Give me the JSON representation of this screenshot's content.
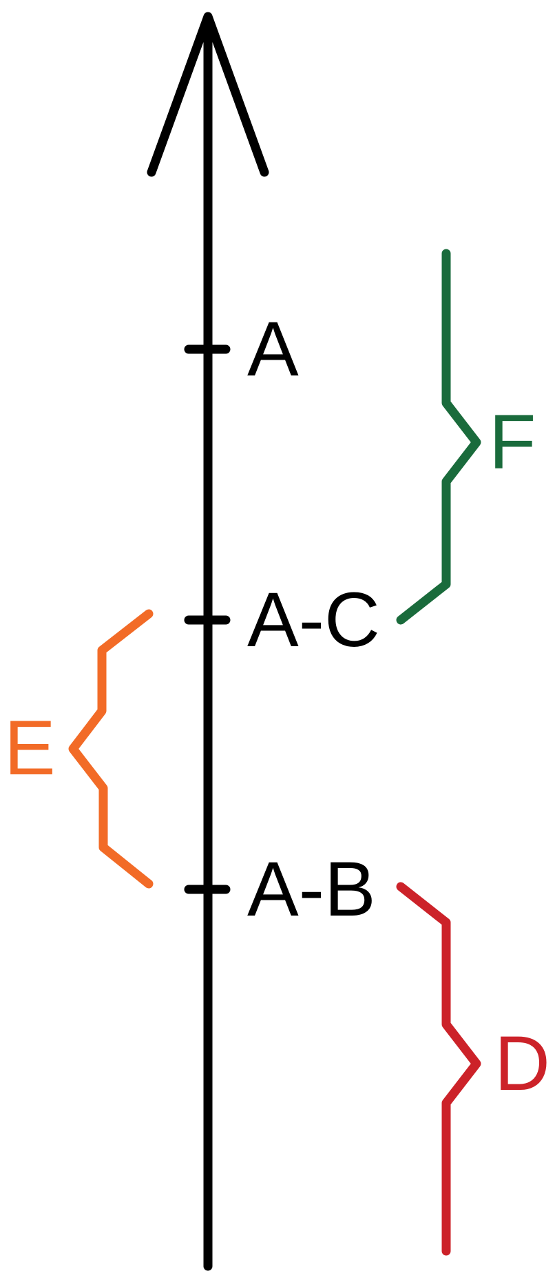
{
  "axis": {
    "ticks": [
      {
        "label": "A"
      },
      {
        "label": "A-C"
      },
      {
        "label": "A-B"
      }
    ]
  },
  "brackets": {
    "F": {
      "label": "F",
      "color": "#1a6b3c"
    },
    "E": {
      "label": "E",
      "color": "#f26b27"
    },
    "D": {
      "label": "D",
      "color": "#cc2229"
    }
  },
  "colors": {
    "axis": "#000000",
    "text": "#000000"
  }
}
